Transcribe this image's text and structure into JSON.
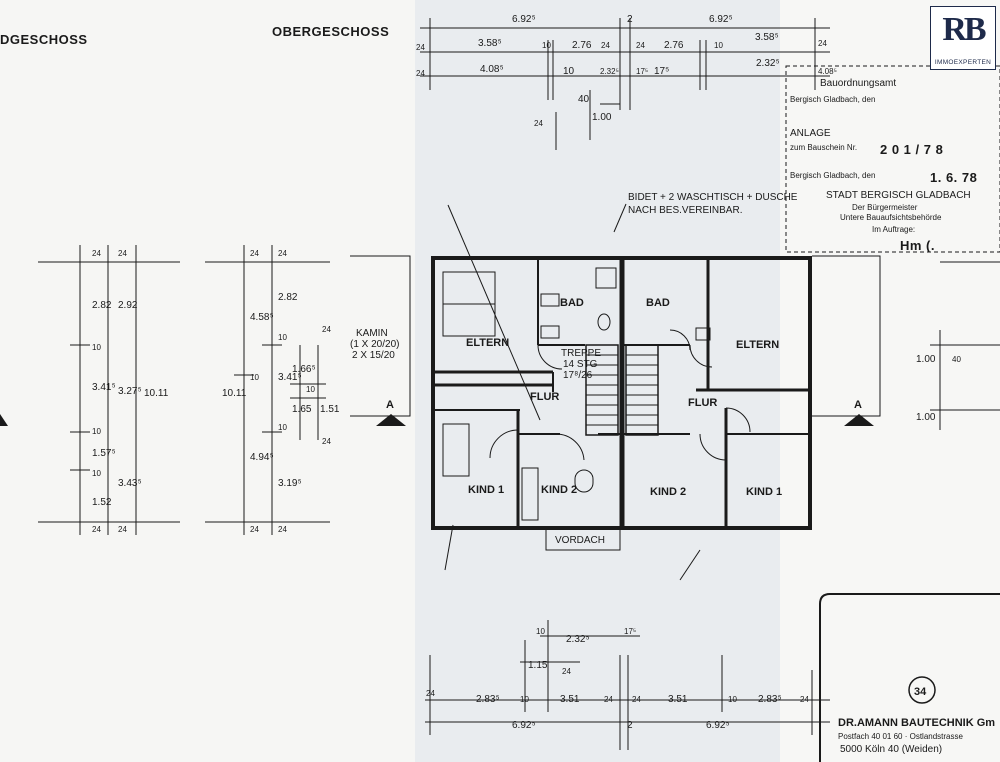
{
  "headings": {
    "left_fragment": "DGESCHOSS",
    "obergeschoss": "OBERGESCHOSS"
  },
  "logo": {
    "mark": "RB",
    "subtitle": "IMMOEXPERTEN"
  },
  "top_dimensions": {
    "row1": [
      "6.92⁵",
      "2",
      "6.92⁵"
    ],
    "row2": [
      "24",
      "3.58⁵",
      "10",
      "2.76",
      "24",
      "24",
      "2.76",
      "10",
      "3.58⁵",
      "24"
    ],
    "row3": [
      "24",
      "4.08⁵",
      "10",
      "2.32⁵",
      "17⁵",
      "17⁵",
      "2.32⁵",
      "4.08⁵",
      "24"
    ],
    "stair_dims": [
      "40",
      "1.00",
      "24"
    ]
  },
  "annotation": {
    "line1": "BIDET + 2 WASCHTISCH + DUSCHE",
    "line2": "NACH BES.VEREINBAR."
  },
  "rooms": {
    "bad_left": "BAD",
    "bad_right": "BAD",
    "eltern_left": "ELTERN",
    "eltern_right": "ELTERN",
    "treppe": "TREPPE",
    "treppe_stg": "14 STG",
    "treppe_ratio": "17⁸/26",
    "flur_left": "FLUR",
    "flur_right": "FLUR",
    "kind1_left": "KIND 1",
    "kind2_left": "KIND 2",
    "kind2_right": "KIND 2",
    "kind1_right": "KIND 1",
    "vordach": "VORDACH"
  },
  "kamin": {
    "line1": "KAMIN",
    "line2": "(1 X 20/20)",
    "line3": "2 X 15/20"
  },
  "section_marker": "A",
  "left_dims_col1": [
    "24",
    "2.82",
    "10",
    "3.41⁵",
    "10",
    "1.57⁵",
    "10",
    "1.52",
    "24"
  ],
  "left_dims_col2": [
    "24",
    "2.92",
    "3.27⁵",
    "3.43⁵",
    "24"
  ],
  "left_dims_total": "10.11",
  "mid_dims_col1": [
    "24",
    "4.58⁵",
    "10",
    "4.94⁵",
    "24"
  ],
  "mid_dims_col2": [
    "24",
    "2.82",
    "10",
    "3.41⁵",
    "10",
    "3.19⁵",
    "24"
  ],
  "mid_dims_total": "10.11",
  "mid_dims_detail": [
    "24",
    "1.66⁵",
    "10",
    "1.65",
    "1.51",
    "24"
  ],
  "right_side_dims": [
    "1.00",
    "40",
    "1.00"
  ],
  "bottom_dimensions": {
    "upper": [
      "10",
      "2.32⁵",
      "17⁵"
    ],
    "mid": [
      "1.15",
      "24"
    ],
    "row": [
      "24",
      "2.83⁵",
      "10",
      "3.51",
      "24",
      "24",
      "3.51",
      "10",
      "2.83⁵",
      "24"
    ],
    "totals": [
      "6.92⁵",
      "2",
      "6.92⁵"
    ]
  },
  "stamp": {
    "title": "Bauordnungsamt",
    "line_bergisch": "Bergisch Gladbach, den",
    "anlage": "ANLAGE",
    "zum_bau": "zum Bauschein Nr.",
    "number": "2 0 1 / 7 8",
    "ort_datum": "Bergisch Gladbach, den",
    "date": "1. 6. 78",
    "stadt": "STADT BERGISCH GLADBACH",
    "der": "Der Bürgermeister",
    "behoerde": "Untere Bauaufsichtsbehörde",
    "im_auftrage": "Im Auftrage:",
    "signature": "Hm (."
  },
  "sheet_number": "34",
  "company": {
    "name": "DR.AMANN BAUTECHNIK Gm",
    "postfach": "Postfach 40 01 60  ·  Ostlandstrasse",
    "city": "5000 Köln 40 (Weiden)"
  }
}
